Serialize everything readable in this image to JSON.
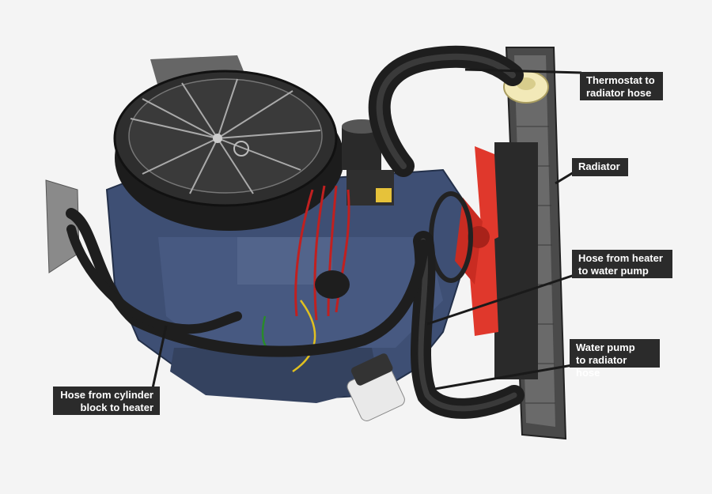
{
  "labels": {
    "thermostat": {
      "line1": "Thermostat to",
      "line2": "radiator hose"
    },
    "radiator": {
      "line1": "Radiator"
    },
    "heater_pump": {
      "line1": "Hose from heater",
      "line2": "to water pump"
    },
    "pump_radiator": {
      "line1": "Water pump",
      "line2": "to radiator hose"
    },
    "cylinder_heater": {
      "line1": "Hose from cylinder",
      "line2": "block to heater"
    }
  },
  "colors": {
    "background": "#f4f4f4",
    "callout_bg": "#2b2b2b",
    "callout_text": "#ffffff",
    "engine_blue": "#3e4f74",
    "hose_black": "#1e1e1e",
    "fan_red": "#e0382c",
    "radiator_gray": "#4a4a4a"
  }
}
